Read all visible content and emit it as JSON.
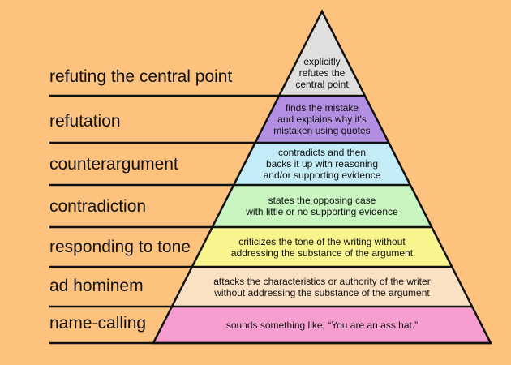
{
  "levels": [
    {
      "label": "refuting the central point",
      "description": "explicitly\nrefutes the\ncentral point",
      "color": "#e0dfde"
    },
    {
      "label": "refutation",
      "description": "finds the mistake\nand explains why it's\nmistaken using quotes",
      "color": "#b28fe3"
    },
    {
      "label": "counterargument",
      "description": "contradicts and then\nbacks it up with reasoning\nand/or supporting evidence",
      "color": "#c4ecf7"
    },
    {
      "label": "contradiction",
      "description": "states the opposing case\nwith little or no supporting evidence",
      "color": "#c8f5c0"
    },
    {
      "label": "responding to tone",
      "description": "criticizes the tone of the writing without\naddressing the substance of the argument",
      "color": "#f8f48e"
    },
    {
      "label": "ad hominem",
      "description": "attacks the characteristics or authority of the writer\nwithout addressing the substance of the argument",
      "color": "#fbe1c4"
    },
    {
      "label": "name-calling",
      "description": "sounds something like, “You are an ass hat.”",
      "color": "#f79ed0"
    }
  ]
}
